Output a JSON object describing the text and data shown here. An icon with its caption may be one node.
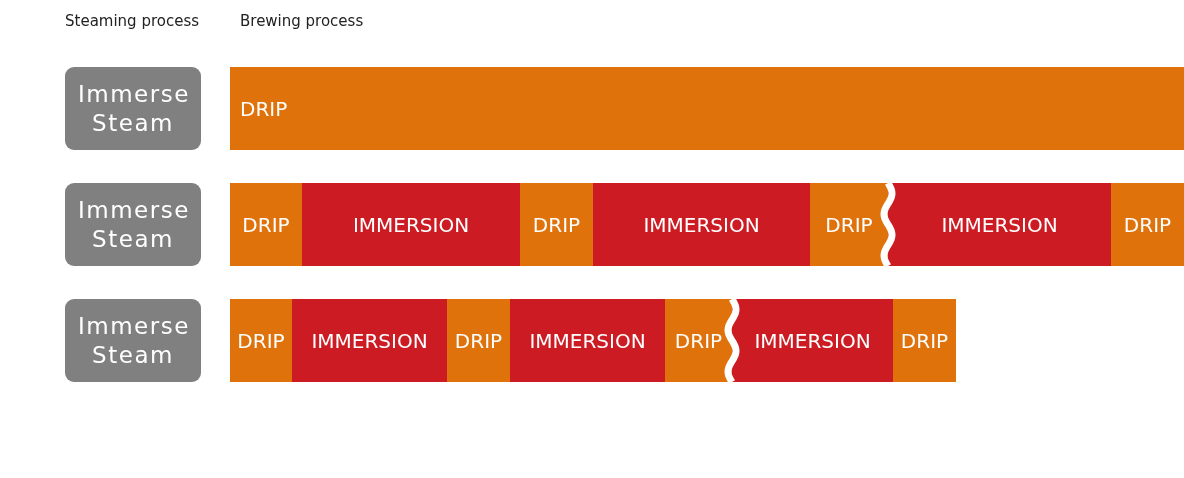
{
  "diagram": {
    "nodes": [
      {
        "text": [
          "Immerse Steam"
        ]
      },
      {
        "text": [
          "DRIP"
        ]
      },
      {
        "text": [
          "Immerse Steam"
        ]
      },
      {
        "text": [
          "DRIP"
        ]
      },
      {
        "text": [
          "IMMERSION"
        ]
      },
      {
        "text": [
          "DRIP"
        ]
      },
      {
        "text": [
          "IMMERSION"
        ]
      },
      {
        "text": [
          "DRIP"
        ]
      },
      {
        "text": [
          "IMMERSION"
        ]
      },
      {
        "text": [
          "DRIP"
        ]
      },
      {
        "text": [
          "Immerse Steam"
        ]
      },
      {
        "text": [
          "DRIP"
        ]
      },
      {
        "text": [
          "IMMERSION"
        ]
      },
      {
        "text": [
          "DRIP"
        ]
      },
      {
        "text": [
          "IMMERSION"
        ]
      },
      {
        "text": [
          "DRIP"
        ]
      },
      {
        "text": [
          "IMMERSION"
        ]
      },
      {
        "text": [
          "DRIP"
        ]
      }
    ],
    "labels": [
      "Steaming process",
      "Brewing process"
    ]
  }
}
